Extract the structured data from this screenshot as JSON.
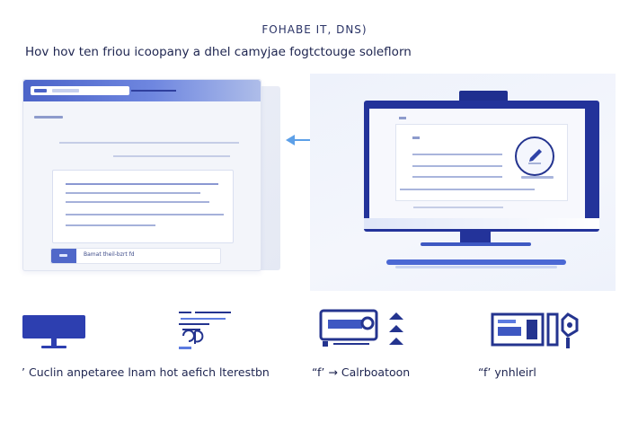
{
  "header": {
    "title": "FOHABE IT, DNS)",
    "subtitle": "Hov hov ten friou icoopany a dhel camyjae fogtctouge soleflorn"
  },
  "left_window": {
    "input_text": "Bamat theil-bzrt fd"
  },
  "features": [
    {
      "icon": "monitor-icon",
      "caption": "Cuclin anpetaree lnam hot aefich lterestbn",
      "prefix": "’"
    },
    {
      "icon": "document-chart-icon",
      "caption": "→ Calrboatoon",
      "prefix": "“f’"
    },
    {
      "icon": "screen-chat-icon",
      "caption": ""
    },
    {
      "icon": "dashboard-icon",
      "caption": "ynhleirl",
      "prefix": "“f’"
    }
  ],
  "colors": {
    "accent": "#23339a",
    "primary": "#4b63c8",
    "arrow": "#5da0e8"
  }
}
